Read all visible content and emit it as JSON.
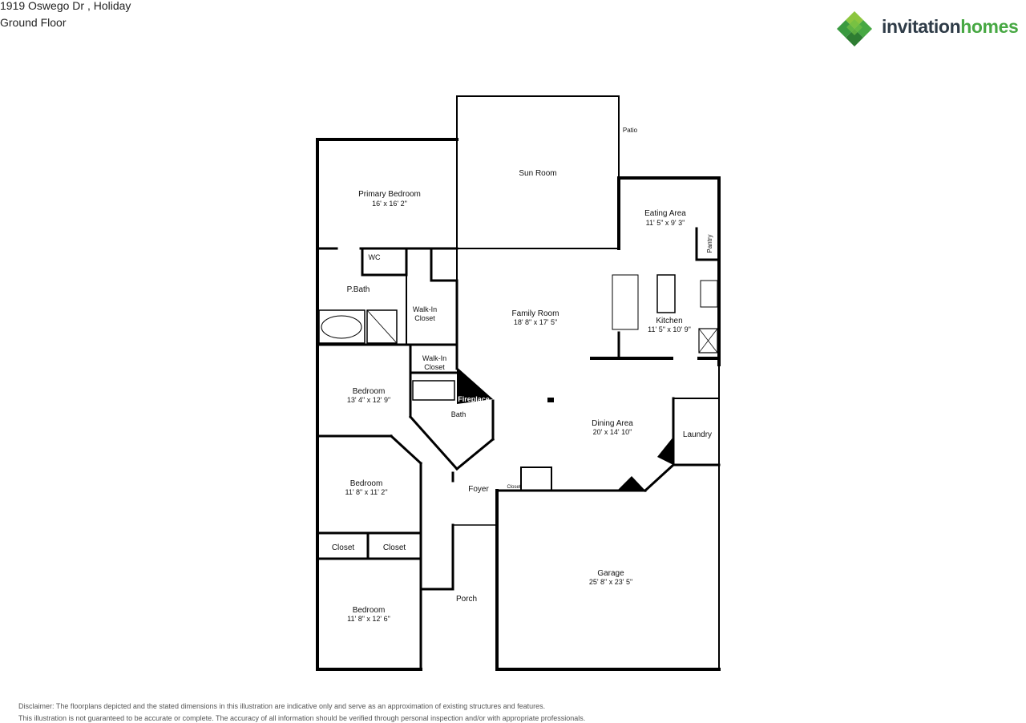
{
  "header": {
    "address": "1919 Oswego Dr , Holiday",
    "floor": "Ground Floor"
  },
  "logo": {
    "word1": "invitation",
    "word2": "homes",
    "colors": {
      "dark": "#2e3b47",
      "green": "#47a843",
      "light_green": "#8cc63f"
    },
    "icon": "diamond-cluster-logo-icon"
  },
  "rooms": {
    "primary_bedroom": {
      "name": "Primary Bedroom",
      "dims": "16' x 16' 2\""
    },
    "sun_room": {
      "name": "Sun Room"
    },
    "patio": {
      "name": "Patio"
    },
    "eating_area": {
      "name": "Eating Area",
      "dims": "11' 5\" x 9' 3\""
    },
    "pantry": {
      "name": "Pantry"
    },
    "wc": {
      "name": "WC"
    },
    "p_bath": {
      "name": "P.Bath"
    },
    "walkin_closet_1": {
      "name1": "Walk-In",
      "name2": "Closet"
    },
    "family_room": {
      "name": "Family Room",
      "dims": "18' 8\" x 17' 5\""
    },
    "kitchen": {
      "name": "Kitchen",
      "dims": "11' 5\" x 10' 9\""
    },
    "walkin_closet_2": {
      "name1": "Walk-In",
      "name2": "Closet"
    },
    "bedroom_1": {
      "name": "Bedroom",
      "dims": "13' 4\" x 12' 9\""
    },
    "fireplace": {
      "name": "Fireplace"
    },
    "bath": {
      "name": "Bath"
    },
    "dining_area": {
      "name": "Dining Area",
      "dims": "20' x 14' 10\""
    },
    "laundry": {
      "name": "Laundry"
    },
    "bedroom_2": {
      "name": "Bedroom",
      "dims": "11' 8\" x 11' 2\""
    },
    "foyer": {
      "name": "Foyer"
    },
    "closet_small": {
      "name": "Closet"
    },
    "closet_a": {
      "name": "Closet"
    },
    "closet_b": {
      "name": "Closet"
    },
    "garage": {
      "name": "Garage",
      "dims": "25' 8\" x 23' 5\""
    },
    "porch": {
      "name": "Porch"
    },
    "bedroom_3": {
      "name": "Bedroom",
      "dims": "11' 8\" x 12' 6\""
    }
  },
  "disclaimer": {
    "line1": "Disclaimer: The floorplans depicted and the stated dimensions in this illustration are indicative only and serve as an approximation of existing structures and features.",
    "line2": "This illustration is not guaranteed to be accurate or complete. The accuracy of all information should be verified through personal inspection and/or with appropriate professionals."
  }
}
